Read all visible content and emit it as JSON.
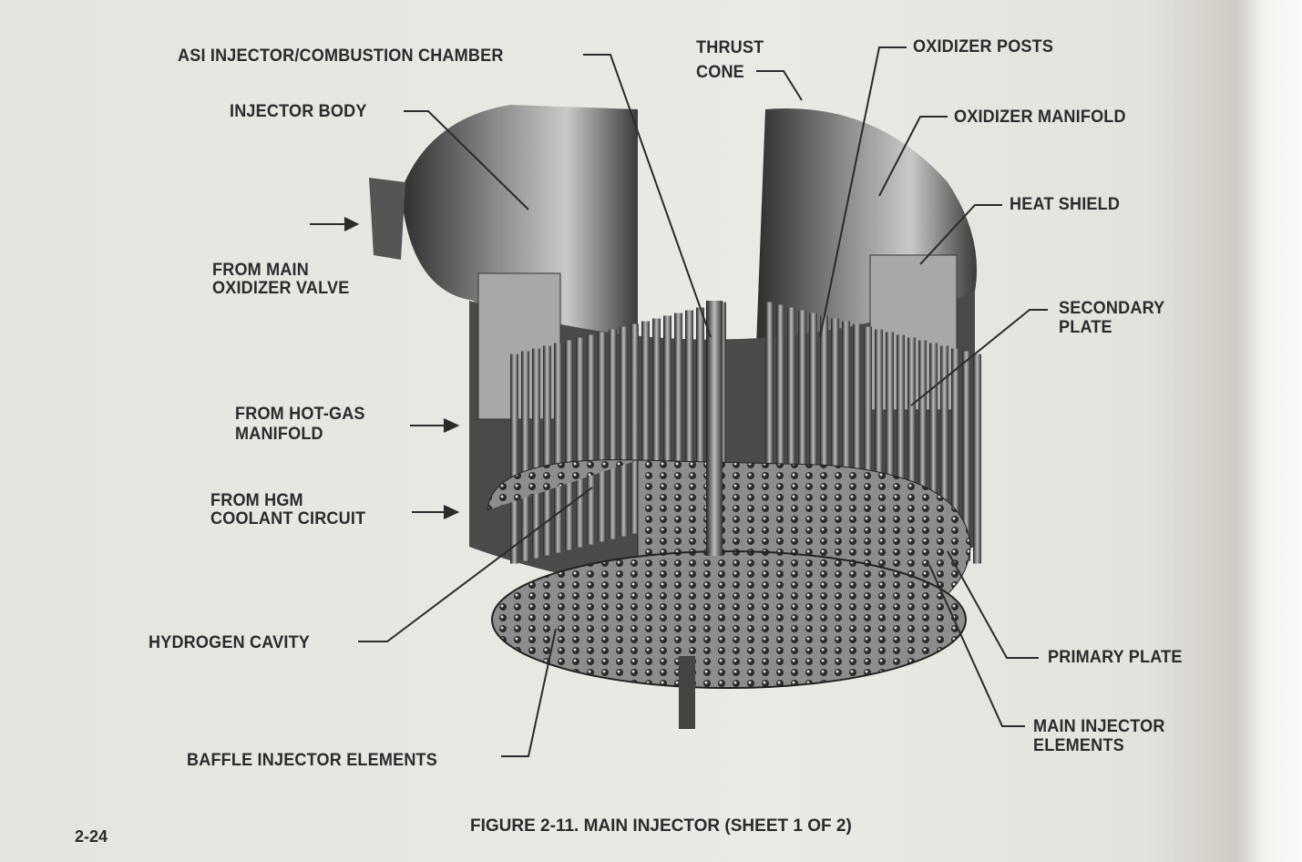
{
  "labels": {
    "asi_injector": "ASI INJECTOR/COMBUSTION CHAMBER",
    "thrust_cone": [
      "THRUST",
      "CONE"
    ],
    "oxidizer_posts": "OXIDIZER POSTS",
    "injector_body": "INJECTOR BODY",
    "oxidizer_manifold": "OXIDIZER MANIFOLD",
    "heat_shield": "HEAT SHIELD",
    "from_main_oxidizer_valve": [
      "FROM MAIN",
      "OXIDIZER VALVE"
    ],
    "secondary_plate": [
      "SECONDARY",
      "PLATE"
    ],
    "from_hot_gas_manifold": [
      "FROM HOT-GAS",
      "MANIFOLD"
    ],
    "from_hgm_coolant": [
      "FROM HGM",
      "COOLANT CIRCUIT"
    ],
    "hydrogen_cavity": "HYDROGEN CAVITY",
    "primary_plate": "PRIMARY PLATE",
    "main_injector_elements": [
      "MAIN INJECTOR",
      "ELEMENTS"
    ],
    "baffle_injector_elements": "BAFFLE INJECTOR ELEMENTS"
  },
  "caption": "FIGURE 2-11. MAIN INJECTOR (SHEET 1 OF 2)",
  "page_number": "2-24",
  "colors": {
    "ink": "#2b2b2b",
    "paper": "#e9e7e2",
    "metal_dark": "#3a3a3a",
    "metal_light": "#9a9a9a"
  }
}
